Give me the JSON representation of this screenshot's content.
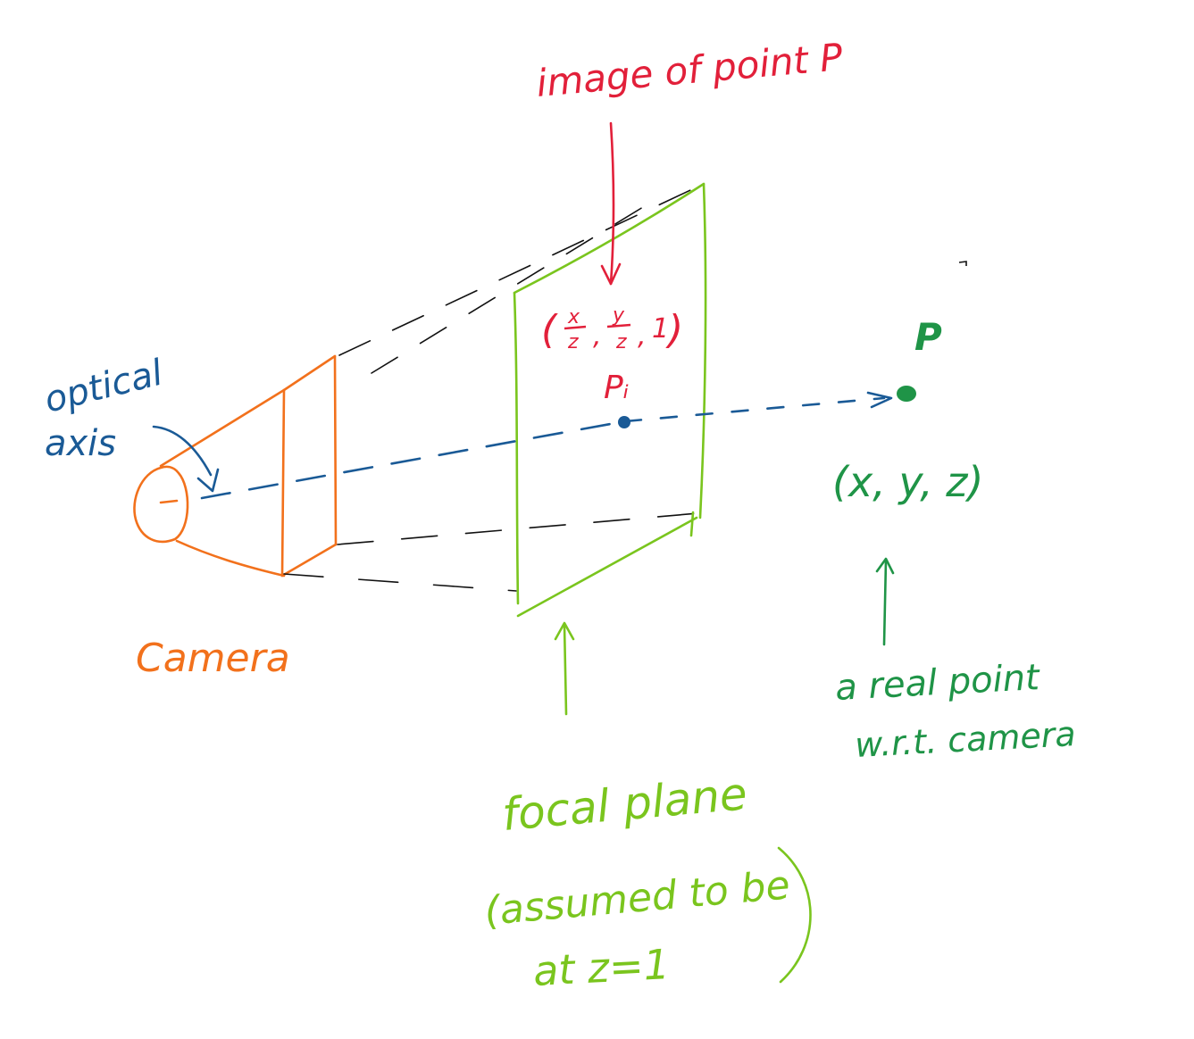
{
  "colors": {
    "camera": "#f2711c",
    "optical_axis": "#1a5a96",
    "focal_plane": "#7ac51e",
    "image_label": "#e2203a",
    "real_point": "#1f9447",
    "projection_lines": "#111111",
    "background": "#ffffff"
  },
  "labels": {
    "image_of_point": "image of point P",
    "image_coords_x": "x",
    "image_coords_y": "y",
    "image_coords_z": "z",
    "image_coords_one": "1",
    "image_point": "Pᵢ",
    "optical_axis_line1": "optical",
    "optical_axis_line2": "axis",
    "camera": "Camera",
    "point": "P",
    "point_coords": "(x, y, z)",
    "real_point_line1": "a real point",
    "real_point_line2": "w.r.t. camera",
    "focal_plane_line1": "focal plane",
    "focal_plane_line2": "(assumed to be",
    "focal_plane_line3": "at z=1"
  },
  "icons": {
    "camera": "camera-sketch",
    "image_point": "filled-dot",
    "real_point": "filled-dot"
  }
}
